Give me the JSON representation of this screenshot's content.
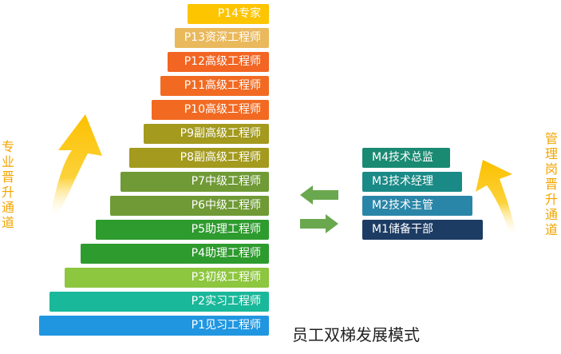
{
  "title": "员工双梯发展模式",
  "left_channel_label": "专业晋升通道",
  "right_channel_label": "管理岗晋升通道",
  "professional_levels": [
    {
      "label": "P14专家",
      "color": "#fdc400"
    },
    {
      "label": "P13资深工程师",
      "color": "#e9b95c"
    },
    {
      "label": "P12高级工程师",
      "color": "#f26522"
    },
    {
      "label": "P11高级工程师",
      "color": "#f26a22"
    },
    {
      "label": "P10高级工程师",
      "color": "#f26a22"
    },
    {
      "label": "P9副高级工程师",
      "color": "#a39a1e"
    },
    {
      "label": "P8副高级工程师",
      "color": "#a39a1e"
    },
    {
      "label": "P7中级工程师",
      "color": "#6f9a35"
    },
    {
      "label": "P6中级工程师",
      "color": "#6f9a35"
    },
    {
      "label": "P5助理工程师",
      "color": "#2e9b2e"
    },
    {
      "label": "P4助理工程师",
      "color": "#2e9b2e"
    },
    {
      "label": "P3初级工程师",
      "color": "#8dc63f"
    },
    {
      "label": "P2实习工程师",
      "color": "#1ab89a"
    },
    {
      "label": "P1见习工程师",
      "color": "#2196e0"
    }
  ],
  "management_levels": [
    {
      "label": "M4技术总监",
      "color": "#1a8a72"
    },
    {
      "label": "M3技术经理",
      "color": "#1a8a86"
    },
    {
      "label": "M2技术主管",
      "color": "#2a86a8"
    },
    {
      "label": "M1储备干部",
      "color": "#1c3c64"
    }
  ],
  "colors": {
    "arrow_yellow": "#fcc000",
    "exchange_arrow": "#6aa84f",
    "vertical_text": "#f2a500"
  },
  "icons": [
    "up-curved-arrow-left",
    "up-curved-arrow-right",
    "left-arrow",
    "right-arrow"
  ]
}
